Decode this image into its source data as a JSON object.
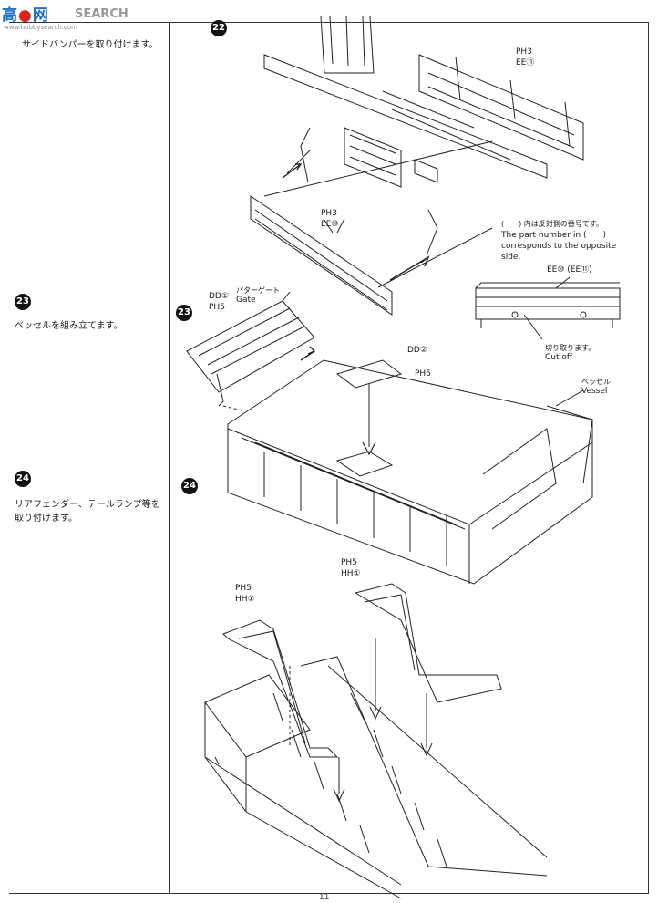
{
  "watermark": {
    "logo_a": "高",
    "logo_b": "网",
    "search": "SEARCH",
    "sub": "www.hobbysearch.com"
  },
  "steps": [
    {
      "number": "22",
      "text": "サイドバンパーを取り付けます。"
    },
    {
      "number": "23",
      "text": "ベッセルを組み立てます。"
    },
    {
      "number": "24",
      "text": "リアフェンダー、テールランプ等を取り付けます。"
    }
  ],
  "labels": {
    "s22_ph3_a": "PH3",
    "s22_ee11": "EE⑪",
    "s22_ph3_b": "PH3",
    "s22_ee10": "EE⑩",
    "note_ja": "(　　) 内は反対側の番号です。",
    "note_en_1": "The part number in (　　)",
    "note_en_2": "corresponds to the opposite side.",
    "ee_pair": "EE⑩ (EE⑪)",
    "cut_ja": "切り取ります。",
    "cut_en": "Cut off",
    "dd1": "DD①",
    "gate_ja": "パターゲート",
    "gate_en": "Gate",
    "s23_ph5_a": "PH5",
    "dd2": "DD②",
    "s23_ph5_b": "PH5",
    "vessel_ja": "ベッセル",
    "vessel_en": "Vessel",
    "s24_ph5_a": "PH5",
    "s24_hh1_a": "HH①",
    "s24_ph5_b": "PH5",
    "s24_hh1_b": "HH①"
  },
  "page_number": "11"
}
